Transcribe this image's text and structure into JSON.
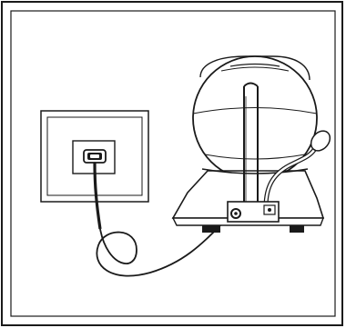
{
  "figure": {
    "description_items": [
      "wall-outlet",
      "usb-port",
      "power-cable",
      "camera-head",
      "camera-base",
      "antenna",
      "microphone",
      "power-jack"
    ],
    "colors": {
      "stroke": "#1a1a1a",
      "background": "#ffffff",
      "fill_light": "#f2f2f2"
    }
  }
}
